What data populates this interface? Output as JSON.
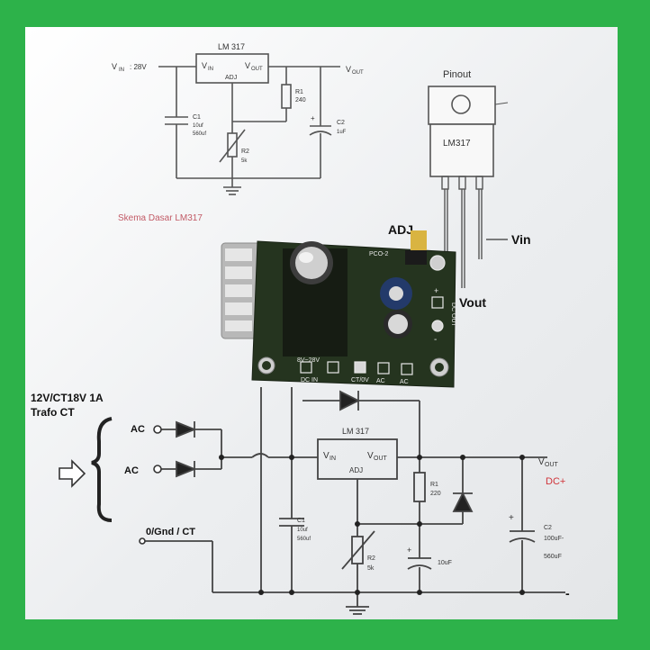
{
  "top_schematic": {
    "chip_title": "LM 317",
    "vin_label": "V",
    "vin_sub": "IN",
    "vin_value": ": 28V",
    "pin_vin": "V",
    "pin_vin_sub": "IN",
    "pin_vout": "V",
    "pin_vout_sub": "OUT",
    "pin_adj": "ADJ",
    "vout_label": "V",
    "vout_sub": "OUT",
    "r1_name": "R1",
    "r1_value": "240",
    "c1_name": "C1",
    "c1_value1": "10uf",
    "c1_value2": "560uf",
    "c2_name": "C2",
    "c2_value": "1uF",
    "r2_name": "R2",
    "r2_value": "5k",
    "caption": "Skema Dasar  LM317"
  },
  "pinout": {
    "title": "Pinout",
    "part_label": "LM317",
    "pin_adj": "ADJ",
    "pin_vin": "Vin",
    "pin_vout": "Vout"
  },
  "pcb": {
    "silk_top": "PCO-2",
    "silk_label": "8V~28V",
    "pad_labels": [
      "DC IN",
      "CT/0V",
      "AC",
      "AC"
    ],
    "out_labels": [
      "+",
      "-"
    ],
    "out_text": "DC OUT"
  },
  "bottom_schematic": {
    "trafo_line1": "12V/CT18V 1A",
    "trafo_line2": "Trafo CT",
    "ac1": "AC",
    "ac2": "AC",
    "gnd_label": "0/Gnd / CT",
    "chip_title": "LM 317",
    "pin_vin": "V",
    "pin_vin_sub": "IN",
    "pin_vout": "V",
    "pin_vout_sub": "OUT",
    "pin_adj": "ADJ",
    "r1_name": "R1",
    "r1_value": "220",
    "c1_name": "C1",
    "c1_value1": "10uf",
    "c1_value2": "560uf",
    "c_mid_value": "10uF",
    "r2_name": "R2",
    "r2_value": "5k",
    "vout_label": "V",
    "vout_sub": "OUT",
    "dc_plus": "DC+",
    "c2_name": "C2",
    "c2_value1": "100uF-",
    "c2_value2": "560uF",
    "minus": "-"
  }
}
